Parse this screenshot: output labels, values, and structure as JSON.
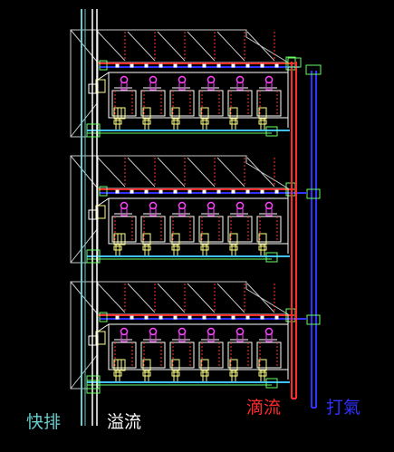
{
  "colors": {
    "background": "#000000",
    "fast_drain": "#66cccc",
    "overflow": "#ffffff",
    "drip": "#ff2a2a",
    "aeration": "#3030ff",
    "rack_frame": "#c8c8c8",
    "tray": "#ffffff",
    "dashed_red": "#ff3030",
    "nozzle": "#ff40ff",
    "bracket": "#ffff80",
    "connector": "#66ff66",
    "return_pipe": "#40c0ff"
  },
  "legend": {
    "fast_drain": "快排",
    "overflow": "溢流",
    "drip": "滴流",
    "aeration": "打氣"
  },
  "rack": {
    "tiers": 3,
    "cells_per_tier": 6
  }
}
